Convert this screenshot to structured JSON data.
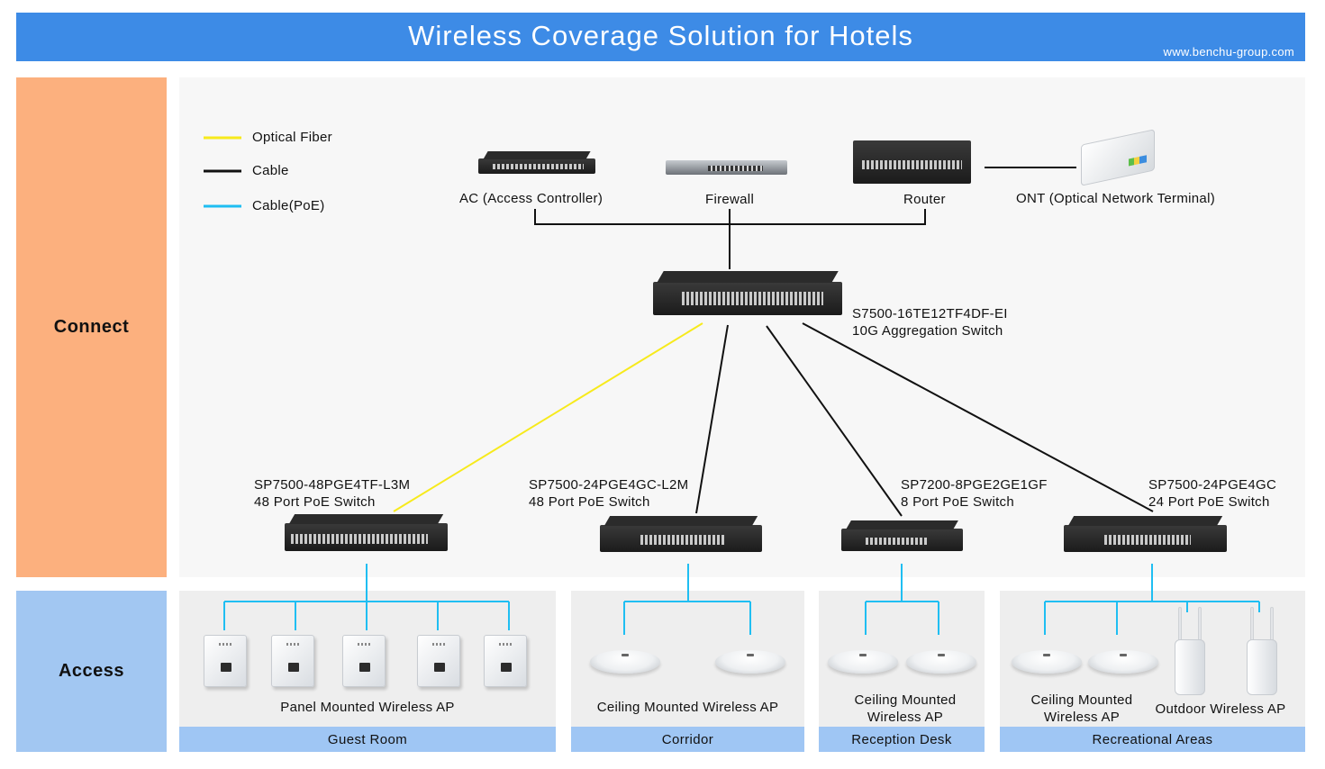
{
  "header": {
    "title": "Wireless Coverage Solution for Hotels",
    "url": "www.benchu-group.com"
  },
  "sections": {
    "connect": "Connect",
    "access": "Access"
  },
  "legend": [
    {
      "label": "Optical Fiber",
      "color": "#f7ea1c"
    },
    {
      "label": "Cable",
      "color": "#111111"
    },
    {
      "label": "Cable(PoE)",
      "color": "#1fbef2"
    }
  ],
  "core": {
    "ac": "AC (Access Controller)",
    "firewall": "Firewall",
    "router": "Router",
    "ont": "ONT (Optical Network Terminal)"
  },
  "aggregation": {
    "model": "S7500-16TE12TF4DF-EI",
    "desc": "10G Aggregation Switch"
  },
  "access_switches": [
    {
      "model": "SP7500-48PGE4TF-L3M",
      "desc": "48 Port PoE Switch"
    },
    {
      "model": "SP7500-24PGE4GC-L2M",
      "desc": "48 Port PoE Switch"
    },
    {
      "model": "SP7200-8PGE2GE1GF",
      "desc": "8 Port PoE Switch"
    },
    {
      "model": "SP7500-24PGE4GC",
      "desc": "24 Port PoE Switch"
    }
  ],
  "zones": [
    {
      "name": "Guest Room",
      "ap_label": "Panel Mounted Wireless AP"
    },
    {
      "name": "Corridor",
      "ap_label": "Ceiling Mounted Wireless AP"
    },
    {
      "name": "Reception Desk",
      "ap_label_line1": "Ceiling Mounted",
      "ap_label_line2": "Wireless AP"
    },
    {
      "name": "Recreational Areas",
      "ap_label_line1": "Ceiling Mounted",
      "ap_label_line2": "Wireless AP",
      "ap_label_outdoor": "Outdoor Wireless AP"
    }
  ],
  "colors": {
    "header": "#3d8be6",
    "connect": "#fcb07e",
    "access": "#a2c7f2",
    "zone_label": "#9fc6f4",
    "fiber": "#f7ea1c",
    "cable": "#111111",
    "poe": "#1fbef2"
  }
}
